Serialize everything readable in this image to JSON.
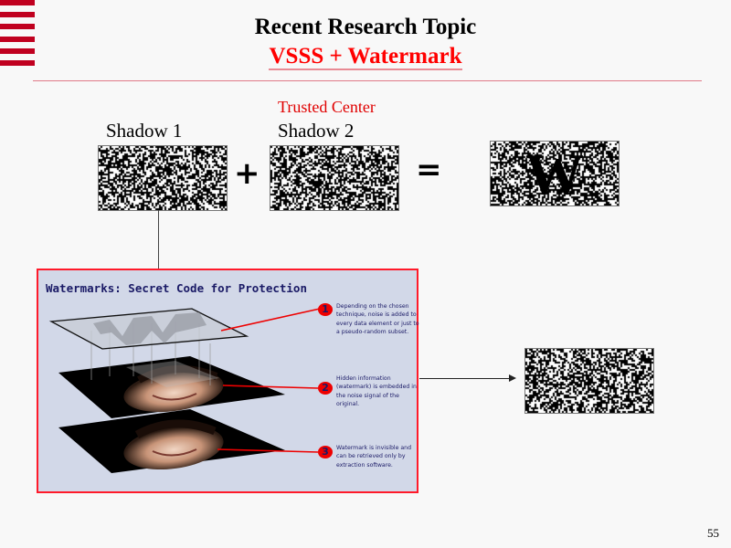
{
  "slide": {
    "title": "Recent Research Topic",
    "subtitle": "VSSS + Watermark",
    "page_number": "55",
    "accent_color": "#c0001f"
  },
  "diagram": {
    "trusted_center_label": "Trusted Center",
    "shadow1_label": "Shadow 1",
    "shadow2_label": "Shadow 2",
    "plus_operator": "+",
    "equals_operator": "=",
    "result_letter": "W"
  },
  "figure": {
    "title": "Watermarks: Secret Code for Protection",
    "callouts": [
      {
        "number": "1",
        "text": "Depending on the chosen technique, noise is added to every data element or just to a pseudo-random subset."
      },
      {
        "number": "2",
        "text": "Hidden information (watermark) is embedded in the noise signal of the original."
      },
      {
        "number": "3",
        "text": "Watermark is invisible and can be retrieved only by extraction software."
      }
    ],
    "layer_watermark_letter": "W"
  }
}
